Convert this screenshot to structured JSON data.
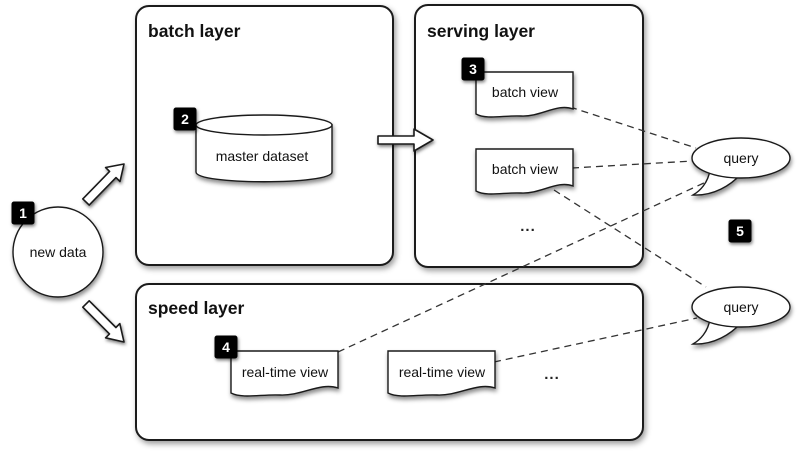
{
  "diagram": {
    "kind": "lambda-architecture-data-flow",
    "background": "#ffffff",
    "stroke_color": "#1a1a1a",
    "badge_style": {
      "bg": "#000000",
      "fg": "#ffffff"
    },
    "new_data": {
      "badge": "1",
      "label": "new data"
    },
    "batch_layer": {
      "title": "batch layer",
      "master_dataset": {
        "badge": "2",
        "label": "master dataset"
      }
    },
    "serving_layer": {
      "title": "serving layer",
      "batch_view_1": {
        "badge": "3",
        "label": "batch view"
      },
      "batch_view_2": {
        "label": "batch view"
      },
      "ellipsis": "..."
    },
    "speed_layer": {
      "title": "speed layer",
      "realtime_view_1": {
        "badge": "4",
        "label": "real-time view"
      },
      "realtime_view_2": {
        "label": "real-time view"
      },
      "ellipsis": "..."
    },
    "queries": {
      "badge": "5",
      "top": {
        "label": "query"
      },
      "bottom": {
        "label": "query"
      }
    },
    "solid_edges": [
      {
        "from": "new data",
        "to": "batch layer"
      },
      {
        "from": "new data",
        "to": "speed layer"
      },
      {
        "from": "batch layer",
        "to": "serving layer"
      }
    ],
    "dashed_edges": [
      {
        "from": "batch view 1",
        "to": "query top"
      },
      {
        "from": "batch view 2",
        "to": "query top"
      },
      {
        "from": "batch view 2",
        "to": "query bottom"
      },
      {
        "from": "real-time view 1",
        "to": "query top"
      },
      {
        "from": "real-time view 2",
        "to": "query bottom"
      }
    ]
  }
}
